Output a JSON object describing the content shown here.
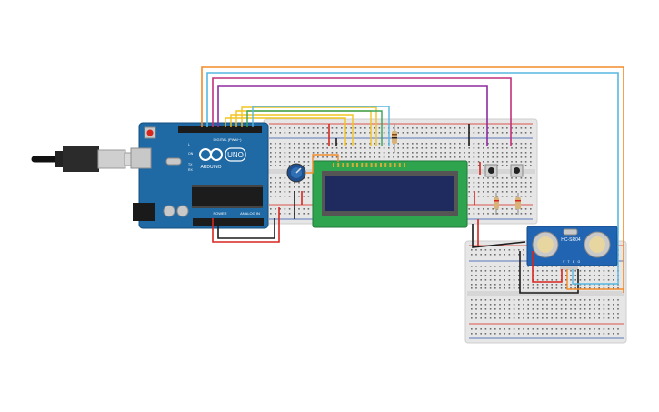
{
  "board": {
    "brand": "ARDUINO",
    "model": "UNO",
    "digital_label": "DIGITAL (PWM~)",
    "power_label": "POWER",
    "analog_label": "ANALOG IN",
    "on_label": "ON",
    "tx_label": "TX",
    "rx_label": "RX",
    "l_label": "L"
  },
  "sensor": {
    "model": "HC-SR04",
    "pin_labels": [
      "V",
      "T",
      "E",
      "G"
    ]
  },
  "wire_colors": {
    "red": "#d7261e",
    "black": "#1c1c1c",
    "yellow": "#f2c320",
    "purple": "#8e2c9f",
    "orange": "#f28c28",
    "light_blue": "#57b7e2",
    "magenta": "#c2307a",
    "green": "#3aa35a"
  },
  "colors": {
    "arduino_blue": "#1f6aa5",
    "lcd_pcb": "#2ea44f",
    "lcd_screen": "#1f2b5e",
    "breadboard": "#e8e8e8",
    "sensor_blue": "#2164b1"
  }
}
